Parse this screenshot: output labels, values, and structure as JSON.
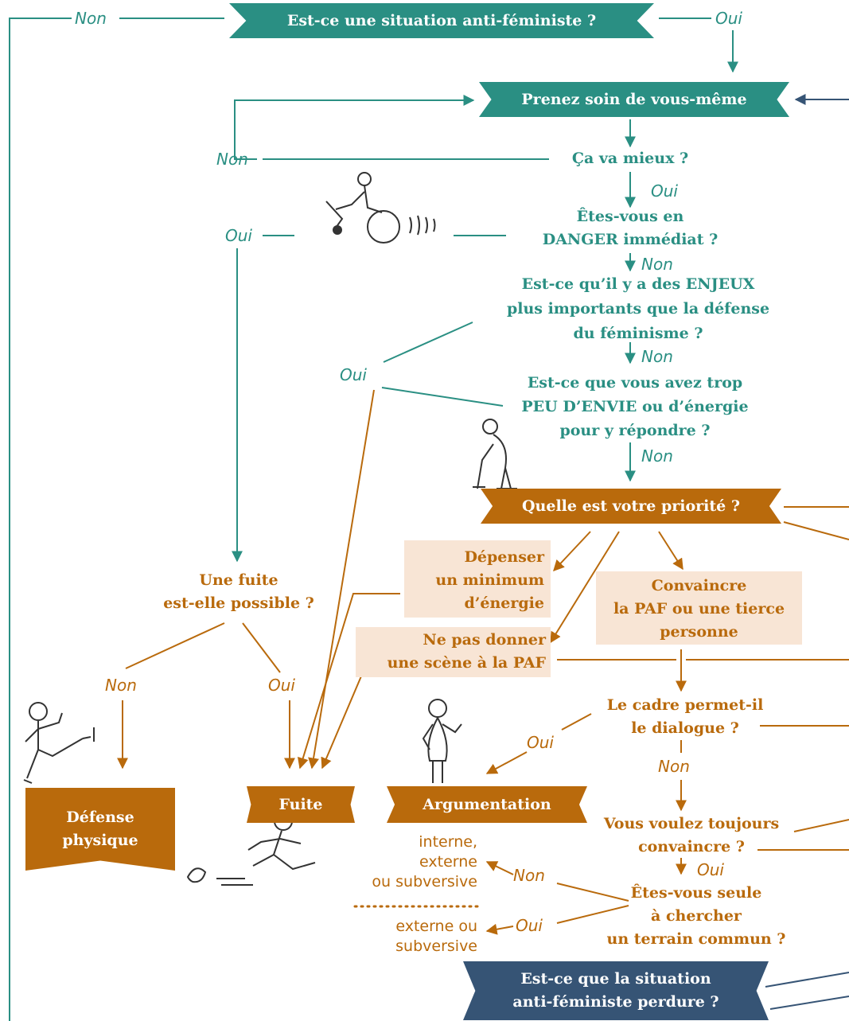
{
  "colors": {
    "teal": "#2a8f83",
    "ochre": "#b96a0c",
    "navy": "#365475",
    "box_fill": "#f8e5d5"
  },
  "nodes": {
    "start": "Est-ce une situation anti-féministe ?",
    "care": "Prenez soin de vous-même",
    "better": "Ça va mieux ?",
    "danger_1": "Êtes-vous en",
    "danger_2": "DANGER immédiat ?",
    "stakes_1": "Est-ce qu’il y a des ENJEUX",
    "stakes_2": "plus importants que la défense",
    "stakes_3": "du féminisme ?",
    "envy_1": "Est-ce que vous avez trop",
    "envy_2": "PEU D’ENVIE ou d’énergie",
    "envy_3": "pour y répondre ?",
    "priority": "Quelle est votre priorité ?",
    "escape_q_1": "Une fuite",
    "escape_q_2": "est-elle possible ?",
    "energy_1": "Dépenser",
    "energy_2": "un minimum",
    "energy_3": "d’énergie",
    "convince_1": "Convaincre",
    "convince_2": "la PAF ou une tierce",
    "convince_3": "personne",
    "noscene_1": "Ne pas donner",
    "noscene_2": "une scène à la PAF",
    "frame_1": "Le cadre permet-il",
    "frame_2": "le dialogue ?",
    "still_1": "Vous voulez toujours",
    "still_2": "convaincre ?",
    "alone_1": "Êtes-vous seule",
    "alone_2": "à chercher",
    "alone_3": "un terrain commun ?",
    "persist_1": "Est-ce que la situation",
    "persist_2": "anti-féministe perdure ?"
  },
  "outcomes": {
    "physical_1": "Défense",
    "physical_2": "physique",
    "flight": "Fuite",
    "argument": "Argumentation"
  },
  "answers": {
    "non": "Non",
    "oui": "Oui"
  },
  "notes": {
    "a_1": "interne,",
    "a_2": "externe",
    "a_3": "ou subversive",
    "b_1": "externe ou",
    "b_2": "subversive"
  }
}
